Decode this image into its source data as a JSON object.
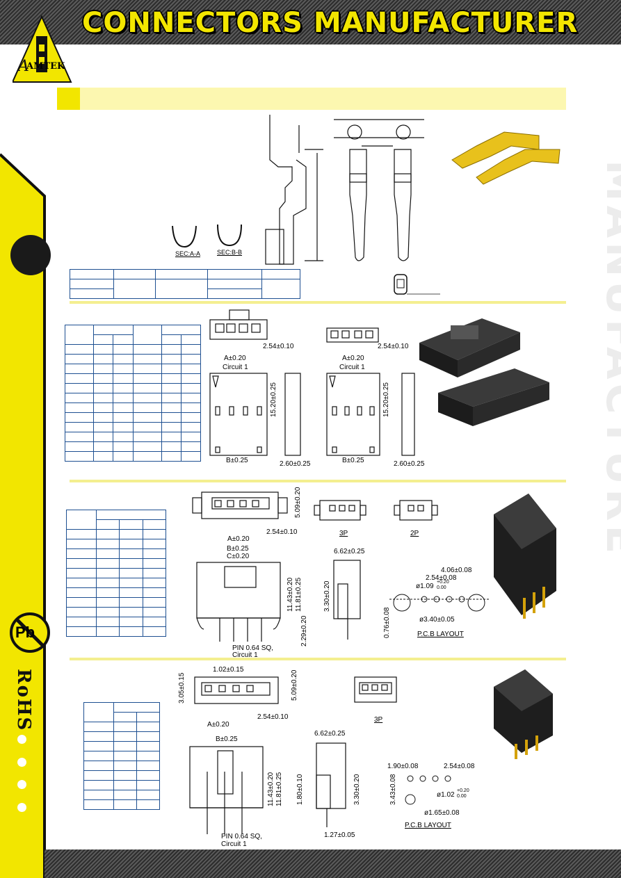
{
  "header": {
    "title": "CONNECTORS MANUFACTURER"
  },
  "brand": {
    "logo_text": "AMTEK",
    "watermark_text": "CONNECTORS MANUFACTURE",
    "rohs": "RoHS",
    "pb": "Pb"
  },
  "colors": {
    "yellow": "#f2e600",
    "pale_yellow": "#fcf7b0",
    "table_border": "#1d4f91",
    "dark_band": "#3a3a3a"
  },
  "section1": {
    "labels": [
      "SEC:A-A",
      "SEC:B-B"
    ]
  },
  "section2": {
    "labels": [
      "2.54±0.10",
      "A±0.20",
      "Circuit 1",
      "15.20±0.25",
      "B±0.25",
      "2.60±0.25",
      "2.54±0.10",
      "A±0.20",
      "Circuit 1",
      "15.20±0.25",
      "B±0.25",
      "2.60±0.25"
    ]
  },
  "section3": {
    "labels": [
      "5.09±0.20",
      "2.54±0.10",
      "A±0.20",
      "3P",
      "2P",
      "6.62±0.25",
      "B±0.25",
      "C±0.20",
      "11.43±0.20",
      "11.81±0.25",
      "2.29±0.20",
      "3.30±0.20",
      "PIN 0.64 SQ,",
      "Circuit 1",
      "4.06±0.08",
      "2.54±0.08",
      "ø1.09",
      "+0.20",
      "0.00",
      "ø3.40±0.05",
      "0.76±0.08",
      "P.C.B LAYOUT"
    ]
  },
  "section4": {
    "labels": [
      "1.02±0.15",
      "3.05±0.15",
      "5.09±0.20",
      "2.54±0.10",
      "A±0.20",
      "3P",
      "6.62±0.25",
      "B±0.25",
      "11.43±0.20",
      "11.81±0.25",
      "1.80±0.10",
      "3.30±0.20",
      "PIN 0.64 SQ,",
      "Circuit 1",
      "1.27±0.05",
      "1.90±0.08",
      "2.54±0.08",
      "3.43±0.08",
      "ø1.02",
      "+0.20",
      "0.00",
      "ø1.65±0.08",
      "P.C.B LAYOUT"
    ]
  }
}
